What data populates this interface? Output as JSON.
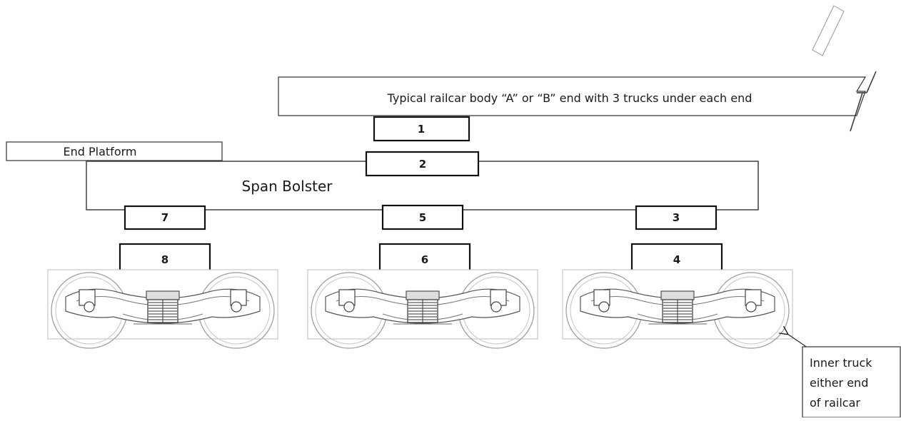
{
  "diagram": {
    "railcar_body_label": "Typical railcar body “A” or “B” end with 3 trucks under each end",
    "end_platform_label": "End Platform",
    "span_bolster_label": "Span Bolster",
    "blocks": {
      "b1": "1",
      "b2": "2",
      "b3": "3",
      "b4": "4",
      "b5": "5",
      "b6": "6",
      "b7": "7",
      "b8": "8"
    },
    "callout": {
      "line1": "Inner truck",
      "line2": "either end",
      "line3": "of railcar"
    }
  }
}
